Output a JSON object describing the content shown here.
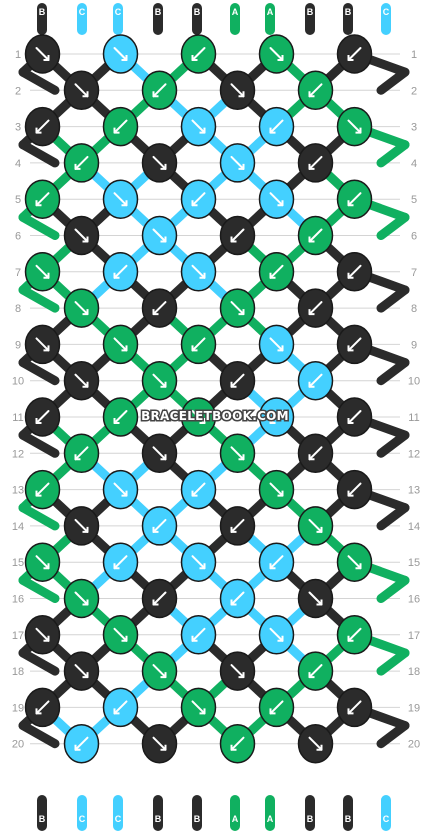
{
  "colors": {
    "B": "#2b2b2b",
    "C": "#44d0ff",
    "A": "#10b060",
    "grid_line": "#d4d4d4",
    "arrow": "#ffffff"
  },
  "top_strands": [
    "B",
    "C",
    "C",
    "B",
    "B",
    "A",
    "A",
    "B",
    "B",
    "C"
  ],
  "bottom_strands": [
    "B",
    "C",
    "C",
    "B",
    "B",
    "A",
    "A",
    "B",
    "B",
    "C"
  ],
  "row_labels": [
    "1",
    "2",
    "3",
    "4",
    "5",
    "6",
    "7",
    "8",
    "9",
    "10",
    "11",
    "12",
    "13",
    "14",
    "15",
    "16",
    "17",
    "18",
    "19",
    "20"
  ],
  "knot_rows": [
    [
      {
        "c": "B",
        "d": "se"
      },
      {
        "c": "C",
        "d": "se"
      },
      {
        "c": "A",
        "d": "sw"
      },
      {
        "c": "A",
        "d": "se"
      },
      {
        "c": "B",
        "d": "sw"
      }
    ],
    [
      {
        "c": "B",
        "d": "se"
      },
      {
        "c": "A",
        "d": "sw"
      },
      {
        "c": "B",
        "d": "se"
      },
      {
        "c": "A",
        "d": "sw"
      }
    ],
    [
      {
        "c": "B",
        "d": "sw"
      },
      {
        "c": "A",
        "d": "sw"
      },
      {
        "c": "C",
        "d": "se"
      },
      {
        "c": "C",
        "d": "sw"
      },
      {
        "c": "A",
        "d": "se"
      }
    ],
    [
      {
        "c": "A",
        "d": "sw"
      },
      {
        "c": "B",
        "d": "se"
      },
      {
        "c": "C",
        "d": "se"
      },
      {
        "c": "B",
        "d": "sw"
      }
    ],
    [
      {
        "c": "A",
        "d": "sw"
      },
      {
        "c": "C",
        "d": "se"
      },
      {
        "c": "C",
        "d": "sw"
      },
      {
        "c": "C",
        "d": "se"
      },
      {
        "c": "A",
        "d": "sw"
      }
    ],
    [
      {
        "c": "B",
        "d": "se"
      },
      {
        "c": "C",
        "d": "se"
      },
      {
        "c": "B",
        "d": "sw"
      },
      {
        "c": "A",
        "d": "sw"
      }
    ],
    [
      {
        "c": "A",
        "d": "se"
      },
      {
        "c": "C",
        "d": "sw"
      },
      {
        "c": "C",
        "d": "se"
      },
      {
        "c": "A",
        "d": "sw"
      },
      {
        "c": "B",
        "d": "sw"
      }
    ],
    [
      {
        "c": "A",
        "d": "se"
      },
      {
        "c": "B",
        "d": "sw"
      },
      {
        "c": "A",
        "d": "se"
      },
      {
        "c": "B",
        "d": "sw"
      }
    ],
    [
      {
        "c": "B",
        "d": "se"
      },
      {
        "c": "A",
        "d": "se"
      },
      {
        "c": "A",
        "d": "sw"
      },
      {
        "c": "C",
        "d": "se"
      },
      {
        "c": "B",
        "d": "sw"
      }
    ],
    [
      {
        "c": "B",
        "d": "se"
      },
      {
        "c": "A",
        "d": "se"
      },
      {
        "c": "B",
        "d": "sw"
      },
      {
        "c": "C",
        "d": "sw"
      }
    ],
    [
      {
        "c": "B",
        "d": "sw"
      },
      {
        "c": "A",
        "d": "sw"
      },
      {
        "c": "A",
        "d": "se"
      },
      {
        "c": "C",
        "d": "sw"
      },
      {
        "c": "B",
        "d": "sw"
      }
    ],
    [
      {
        "c": "A",
        "d": "sw"
      },
      {
        "c": "B",
        "d": "se"
      },
      {
        "c": "A",
        "d": "se"
      },
      {
        "c": "B",
        "d": "sw"
      }
    ],
    [
      {
        "c": "A",
        "d": "sw"
      },
      {
        "c": "C",
        "d": "se"
      },
      {
        "c": "C",
        "d": "sw"
      },
      {
        "c": "A",
        "d": "se"
      },
      {
        "c": "B",
        "d": "sw"
      }
    ],
    [
      {
        "c": "B",
        "d": "se"
      },
      {
        "c": "C",
        "d": "sw"
      },
      {
        "c": "B",
        "d": "sw"
      },
      {
        "c": "A",
        "d": "se"
      }
    ],
    [
      {
        "c": "A",
        "d": "se"
      },
      {
        "c": "C",
        "d": "sw"
      },
      {
        "c": "C",
        "d": "se"
      },
      {
        "c": "C",
        "d": "sw"
      },
      {
        "c": "A",
        "d": "se"
      }
    ],
    [
      {
        "c": "A",
        "d": "se"
      },
      {
        "c": "B",
        "d": "sw"
      },
      {
        "c": "C",
        "d": "sw"
      },
      {
        "c": "B",
        "d": "se"
      }
    ],
    [
      {
        "c": "B",
        "d": "se"
      },
      {
        "c": "A",
        "d": "se"
      },
      {
        "c": "C",
        "d": "sw"
      },
      {
        "c": "C",
        "d": "se"
      },
      {
        "c": "A",
        "d": "sw"
      }
    ],
    [
      {
        "c": "B",
        "d": "se"
      },
      {
        "c": "A",
        "d": "se"
      },
      {
        "c": "B",
        "d": "se"
      },
      {
        "c": "A",
        "d": "sw"
      }
    ],
    [
      {
        "c": "B",
        "d": "sw"
      },
      {
        "c": "C",
        "d": "sw"
      },
      {
        "c": "A",
        "d": "se"
      },
      {
        "c": "A",
        "d": "sw"
      },
      {
        "c": "B",
        "d": "sw"
      }
    ],
    [
      {
        "c": "C",
        "d": "sw"
      },
      {
        "c": "B",
        "d": "se"
      },
      {
        "c": "A",
        "d": "sw"
      },
      {
        "c": "B",
        "d": "se"
      }
    ]
  ],
  "watermark": "BRACELETBOOK.COM"
}
